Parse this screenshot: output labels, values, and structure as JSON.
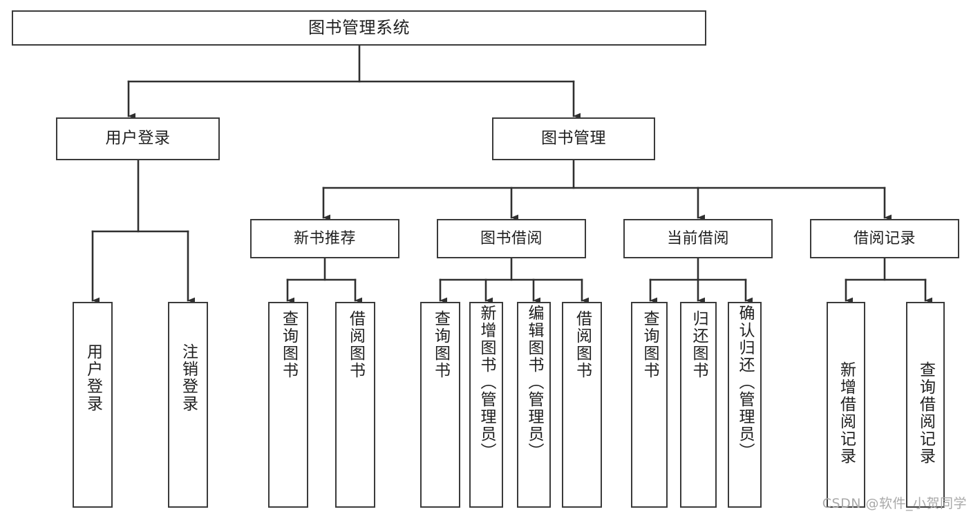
{
  "diagram": {
    "title": "图书管理系统",
    "watermark": "CSDN @软件_小贺同学",
    "type": "tree-hierarchy-diagram",
    "colors": {
      "box_stroke": "#3a3a3a",
      "box_fill": "#ffffff",
      "connector": "#2f2f2f",
      "text": "#1f1f1f",
      "watermark": "#a9a9a9",
      "background": "#ffffff"
    },
    "levels": {
      "root": {
        "label": "图书管理系统"
      },
      "level1": [
        {
          "label": "用户登录"
        },
        {
          "label": "图书管理"
        }
      ],
      "level2": [
        {
          "label": "新书推荐"
        },
        {
          "label": "图书借阅"
        },
        {
          "label": "当前借阅"
        },
        {
          "label": "借阅记录"
        }
      ],
      "leaves": {
        "user_login": [
          {
            "label": "用户登录"
          },
          {
            "label": "注销登录"
          }
        ],
        "new_book_recommend": [
          {
            "label": "查询图书"
          },
          {
            "label": "借阅图书"
          }
        ],
        "book_borrow": [
          {
            "label": "查询图书"
          },
          {
            "label": "新增图书（管理员）"
          },
          {
            "label": "编辑图书（管理员）"
          },
          {
            "label": "借阅图书"
          }
        ],
        "current_borrow": [
          {
            "label": "查询图书"
          },
          {
            "label": "归还图书"
          },
          {
            "label": "确认归还（管理员）"
          }
        ],
        "borrow_record": [
          {
            "label": "新增借阅记录"
          },
          {
            "label": "查询借阅记录"
          }
        ]
      }
    }
  }
}
